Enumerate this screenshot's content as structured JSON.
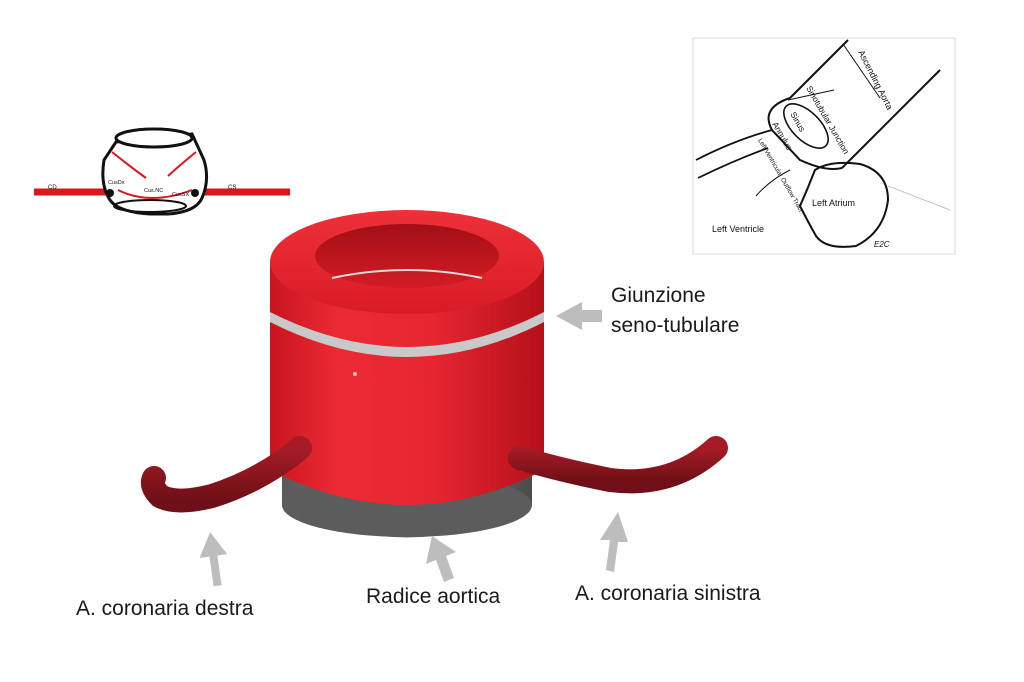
{
  "labels": {
    "junction_line1": "Giunzione",
    "junction_line2": "seno-tubulare",
    "root": "Radice aortica",
    "right_coronary": "A. coronaria destra",
    "left_coronary": "A. coronaria sinistra"
  },
  "sketch": {
    "left_end": "CD",
    "right_end": "CS",
    "cusp_right": "CusDx",
    "cusp_nc": "Cus.NC",
    "cusp_left": "CusSX"
  },
  "inset": {
    "ascending_aorta": "Ascending Aorta",
    "sinotubular_junction": "Sinotubular Junction",
    "sinus": "Sinus",
    "annulus": "Annulus",
    "lvot": "Left Ventricular Outflow Tract",
    "left_atrium": "Left Atrium",
    "left_ventricle": "Left Ventricle",
    "signature": "E2C"
  },
  "colors": {
    "aorta_red": "#e8262e",
    "coronary_red": "#8e1620",
    "band_grey": "#c9c9c9",
    "arrow_grey": "#bdbdbd"
  }
}
